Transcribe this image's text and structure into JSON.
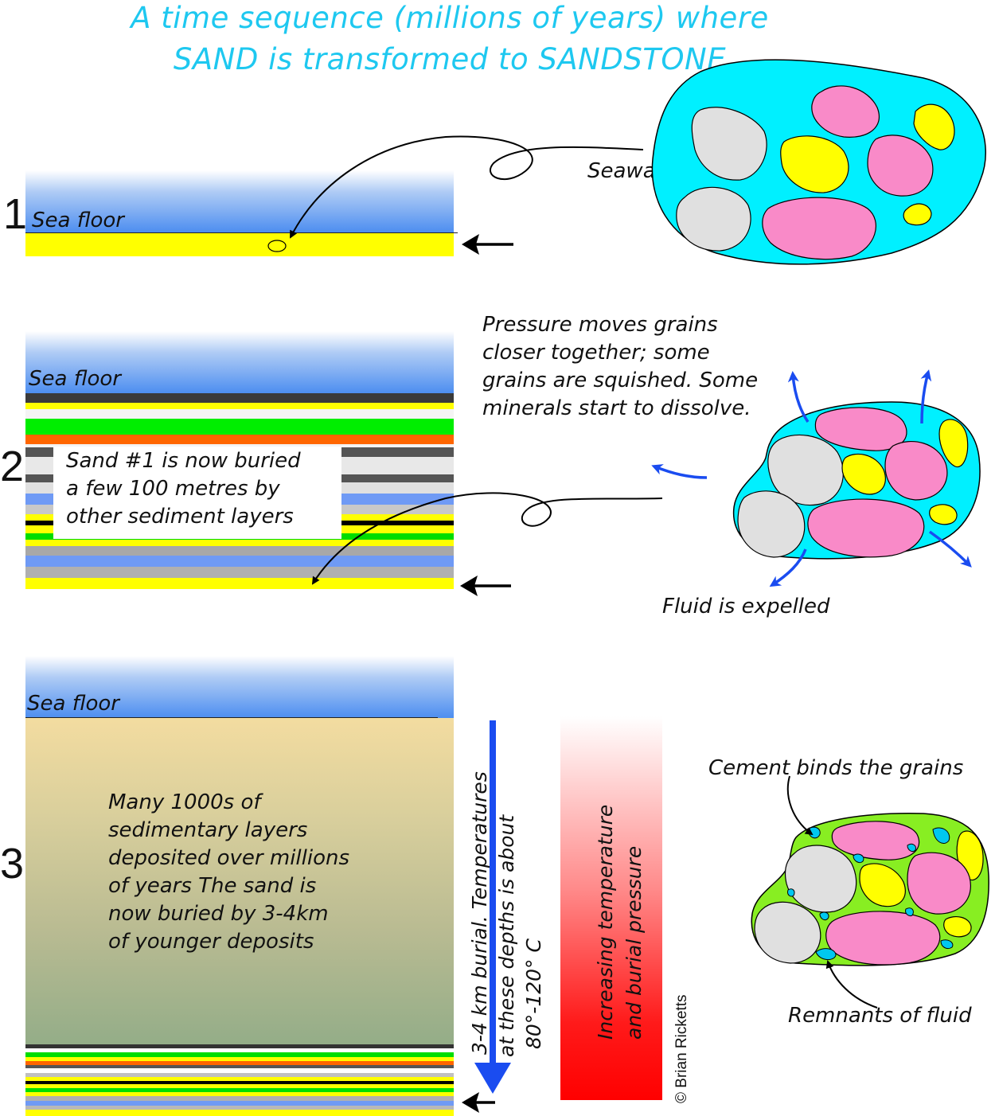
{
  "title": {
    "line1": "A time sequence (millions of years) where",
    "line2": "SAND is transformed to SANDSTONE"
  },
  "panel1": {
    "number": "1",
    "sea_floor": "Sea floor",
    "seawater_label": "Seawater"
  },
  "panel2": {
    "number": "2",
    "sea_floor": "Sea floor",
    "buried_note": [
      "Sand #1 is now buried",
      "a few 100 metres by",
      "other sediment layers"
    ],
    "pressure_note": [
      "Pressure moves grains",
      "closer together; some",
      "grains are squished. Some",
      "minerals start to dissolve."
    ],
    "fluid_label": "Fluid is expelled"
  },
  "panel3": {
    "number": "3",
    "sea_floor": "Sea floor",
    "layers_note": [
      "Many 1000s of",
      "sedimentary layers",
      "deposited over millions",
      "of years The sand is",
      "now buried by 3-4km",
      "of younger deposits"
    ],
    "burial_note": [
      "3-4 km burial. Temperatures",
      "at these depths is about",
      "80°-120° C"
    ],
    "gradient_note": [
      "Increasing temperature",
      "and burial pressure"
    ],
    "cement_label": "Cement binds the grains",
    "remnants_label": "Remnants of fluid"
  },
  "credit": "© Brian Ricketts",
  "colors": {
    "title": "#1ec8f0",
    "seawater": "#00f0ff",
    "grain_pink": "#f98ac8",
    "grain_grey": "#e0e0e0",
    "grain_yellow": "#ffff00",
    "cement": "#88ee22",
    "sand": "#ffff00",
    "arrow_blue": "#1a4cf0"
  }
}
